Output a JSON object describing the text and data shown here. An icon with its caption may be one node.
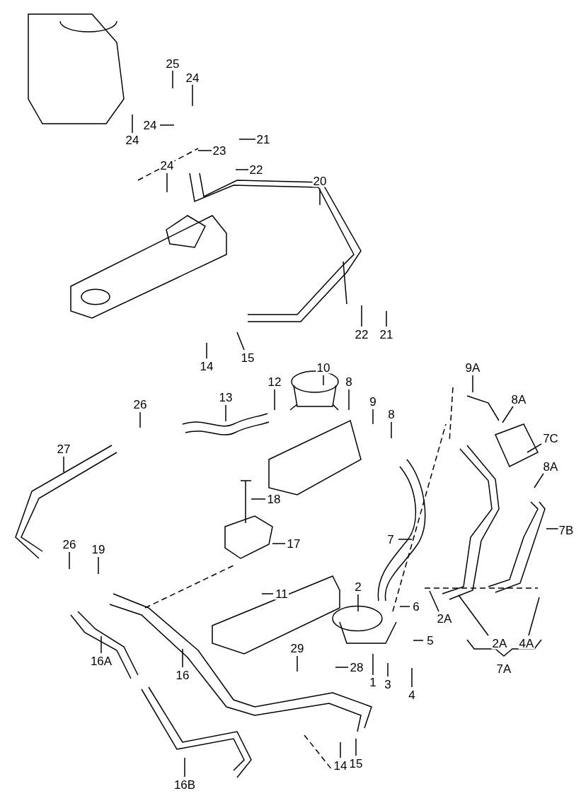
{
  "diagram": {
    "nodes": [
      {
        "text": [
          "25"
        ]
      },
      {
        "text": [
          "24"
        ]
      },
      {
        "text": [
          "24"
        ]
      },
      {
        "text": [
          "24"
        ]
      },
      {
        "text": [
          "24"
        ]
      },
      {
        "text": [
          "21"
        ]
      },
      {
        "text": [
          "23"
        ]
      },
      {
        "text": [
          "22"
        ]
      },
      {
        "text": [
          "20"
        ]
      },
      {
        "text": [
          "22"
        ]
      },
      {
        "text": [
          "21"
        ]
      },
      {
        "text": [
          "14"
        ]
      },
      {
        "text": [
          "15"
        ]
      },
      {
        "text": [
          "10"
        ]
      },
      {
        "text": [
          "12"
        ]
      },
      {
        "text": [
          "13"
        ]
      },
      {
        "text": [
          "8"
        ]
      },
      {
        "text": [
          "9"
        ]
      },
      {
        "text": [
          "8"
        ]
      },
      {
        "text": [
          "9A"
        ]
      },
      {
        "text": [
          "8A"
        ]
      },
      {
        "text": [
          "7C"
        ]
      },
      {
        "text": [
          "8A"
        ]
      },
      {
        "text": [
          "7B"
        ]
      },
      {
        "text": [
          "26"
        ]
      },
      {
        "text": [
          "27"
        ]
      },
      {
        "text": [
          "18"
        ]
      },
      {
        "text": [
          "17"
        ]
      },
      {
        "text": [
          "11"
        ]
      },
      {
        "text": [
          "7"
        ]
      },
      {
        "text": [
          "26"
        ]
      },
      {
        "text": [
          "19"
        ]
      },
      {
        "text": [
          "2"
        ]
      },
      {
        "text": [
          "6"
        ]
      },
      {
        "text": [
          "2A"
        ]
      },
      {
        "text": [
          "5"
        ]
      },
      {
        "text": [
          "16A"
        ]
      },
      {
        "text": [
          "16"
        ]
      },
      {
        "text": [
          "29"
        ]
      },
      {
        "text": [
          "28"
        ]
      },
      {
        "text": [
          "3"
        ]
      },
      {
        "text": [
          "4"
        ]
      },
      {
        "text": [
          "1"
        ]
      },
      {
        "text": [
          "2A"
        ]
      },
      {
        "text": [
          "4A"
        ]
      },
      {
        "text": [
          "15"
        ]
      },
      {
        "text": [
          "14"
        ]
      },
      {
        "text": [
          "16B"
        ]
      },
      {
        "text": [
          "7A"
        ]
      }
    ],
    "edges": [
      {
        "from": 0,
        "to": null,
        "arrow": "none"
      },
      {
        "from": 1,
        "to": null,
        "arrow": "none"
      },
      {
        "from": 2,
        "to": null,
        "arrow": "none"
      },
      {
        "from": 3,
        "to": null,
        "arrow": "none"
      },
      {
        "from": 4,
        "to": null,
        "arrow": "none"
      },
      {
        "from": 5,
        "to": null,
        "arrow": "none"
      },
      {
        "from": 6,
        "to": null,
        "arrow": "none"
      },
      {
        "from": 7,
        "to": null,
        "arrow": "none"
      },
      {
        "from": 8,
        "to": null,
        "arrow": "none"
      },
      {
        "from": 9,
        "to": null,
        "arrow": "none"
      },
      {
        "from": 10,
        "to": null,
        "arrow": "none"
      },
      {
        "from": 11,
        "to": null,
        "arrow": "none"
      },
      {
        "from": 12,
        "to": null,
        "arrow": "none"
      },
      {
        "from": 13,
        "to": null,
        "arrow": "none"
      },
      {
        "from": 14,
        "to": null,
        "arrow": "none"
      },
      {
        "from": 15,
        "to": null,
        "arrow": "none"
      },
      {
        "from": 16,
        "to": null,
        "arrow": "none"
      },
      {
        "from": 17,
        "to": null,
        "arrow": "none"
      },
      {
        "from": 18,
        "to": null,
        "arrow": "none"
      },
      {
        "from": 19,
        "to": null,
        "arrow": "none"
      },
      {
        "from": 20,
        "to": null,
        "arrow": "none"
      },
      {
        "from": 21,
        "to": null,
        "arrow": "none"
      },
      {
        "from": 22,
        "to": null,
        "arrow": "none"
      },
      {
        "from": 23,
        "to": null,
        "arrow": "none"
      },
      {
        "from": 24,
        "to": null,
        "arrow": "none"
      },
      {
        "from": 25,
        "to": null,
        "arrow": "none"
      },
      {
        "from": 26,
        "to": null,
        "arrow": "none"
      },
      {
        "from": 27,
        "to": null,
        "arrow": "none"
      },
      {
        "from": 28,
        "to": null,
        "arrow": "none"
      },
      {
        "from": 29,
        "to": null,
        "arrow": "none"
      },
      {
        "from": 30,
        "to": null,
        "arrow": "none"
      },
      {
        "from": 31,
        "to": null,
        "arrow": "none"
      },
      {
        "from": 32,
        "to": null,
        "arrow": "none"
      },
      {
        "from": 33,
        "to": null,
        "arrow": "none"
      },
      {
        "from": 34,
        "to": null,
        "arrow": "none"
      },
      {
        "from": 35,
        "to": null,
        "arrow": "none"
      },
      {
        "from": 36,
        "to": null,
        "arrow": "none"
      },
      {
        "from": 37,
        "to": null,
        "arrow": "none"
      },
      {
        "from": 38,
        "to": null,
        "arrow": "none"
      },
      {
        "from": 39,
        "to": null,
        "arrow": "none"
      },
      {
        "from": 40,
        "to": null,
        "arrow": "none"
      },
      {
        "from": 41,
        "to": null,
        "arrow": "none"
      },
      {
        "from": 42,
        "to": null,
        "arrow": "none"
      },
      {
        "from": 43,
        "to": null,
        "arrow": "none"
      },
      {
        "from": 44,
        "to": null,
        "arrow": "none"
      },
      {
        "from": 45,
        "to": null,
        "arrow": "none"
      },
      {
        "from": 46,
        "to": null,
        "arrow": "none"
      },
      {
        "from": 47,
        "to": null,
        "arrow": "none"
      }
    ]
  }
}
